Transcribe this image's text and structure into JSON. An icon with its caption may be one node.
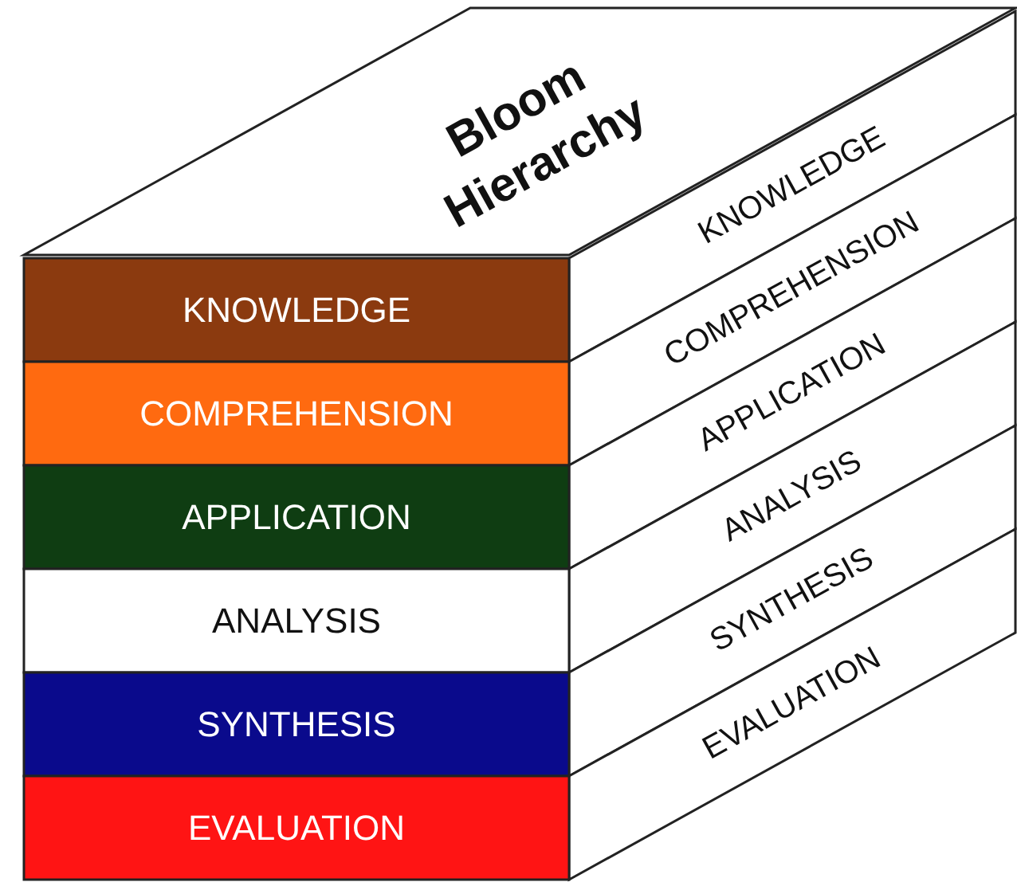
{
  "diagram": {
    "nodes": [
      {
        "text": [
          "Bloom Hierarchy"
        ]
      },
      {
        "text": [
          "KNOWLEDGE"
        ]
      },
      {
        "text": [
          "COMPREHENSION"
        ]
      },
      {
        "text": [
          "APPLICATION"
        ]
      },
      {
        "text": [
          "ANALYSIS"
        ]
      },
      {
        "text": [
          "SYNTHESIS"
        ]
      },
      {
        "text": [
          "EVALUATION"
        ]
      },
      {
        "text": [
          "KNOWLEDGE"
        ]
      },
      {
        "text": [
          "COMPREHENSION"
        ]
      },
      {
        "text": [
          "APPLICATION"
        ]
      },
      {
        "text": [
          "ANALYSIS"
        ]
      },
      {
        "text": [
          "SYNTHESIS"
        ]
      },
      {
        "text": [
          "EVALUATION"
        ]
      }
    ],
    "edges": []
  }
}
